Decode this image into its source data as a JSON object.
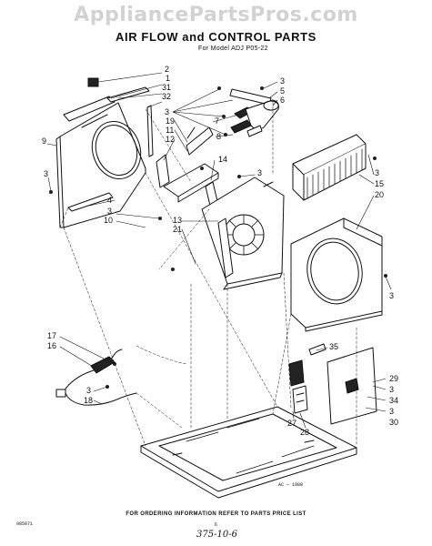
{
  "watermark": "AppliancePartsPros.com",
  "title": "AIR FLOW and CONTROL PARTS",
  "subtitle": "For Model ADJ P05-22",
  "callouts": {
    "c2": "2",
    "c1": "1",
    "c31": "31",
    "c32": "32",
    "c3a": "3",
    "c5": "5",
    "c6": "6",
    "c3b": "3",
    "c7": "7",
    "c19": "19",
    "c11": "11",
    "c12": "12",
    "c8": "8",
    "c14": "14",
    "c9": "9",
    "c3c": "3",
    "c3d": "3",
    "c4": "4",
    "c3e": "3",
    "c10": "10",
    "c13": "13",
    "c21": "21",
    "c3f": "3",
    "c15": "15",
    "c20": "20",
    "c3g": "3",
    "c17": "17",
    "c16": "16",
    "c3h": "3",
    "c18": "18",
    "c35": "35",
    "c29": "29",
    "c3i": "3",
    "c34": "34",
    "c27": "27",
    "c28": "28",
    "c3j": "3",
    "c30": "30"
  },
  "ac_code": "AC — 1988",
  "footer": {
    "info": "FOR ORDERING INFORMATION REFER TO PARTS PRICE LIST",
    "left_code": "985071",
    "page": "6",
    "handwritten": "375-10-6"
  }
}
